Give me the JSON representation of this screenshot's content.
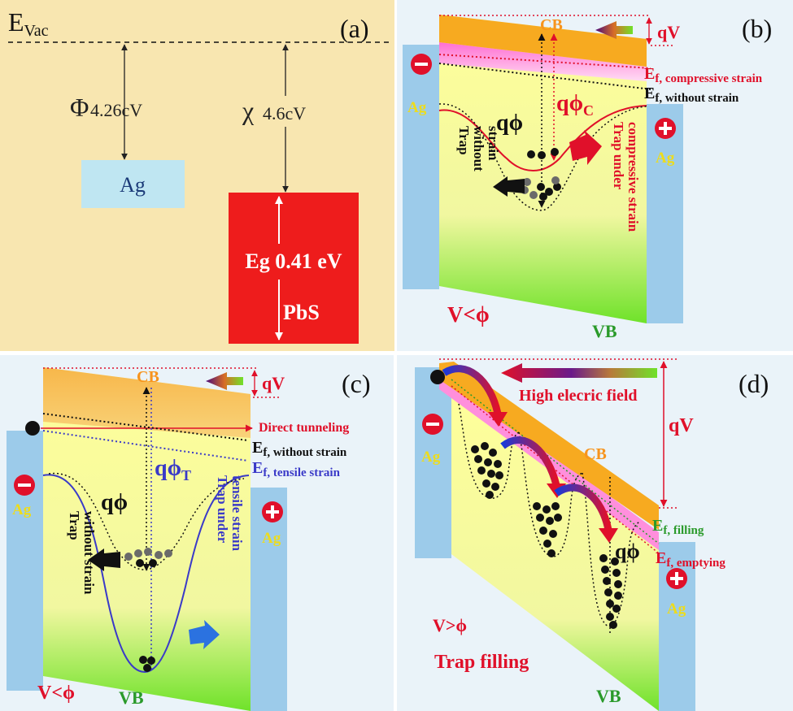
{
  "panel_a": {
    "label": "(a)",
    "evac_main": "E",
    "evac_sub": "Vac",
    "phi_symbol": "Φ",
    "phi_value": "4.26cV",
    "chi_symbol": "χ",
    "chi_value": "4.6cV",
    "ag_label": "Ag",
    "eg_label": "Eg 0.41 eV",
    "pbs_label": "PbS",
    "colors": {
      "background": "#f8e6b0",
      "ag_box": "#bfe6f2",
      "pbs_box": "#ee1c1c"
    }
  },
  "panel_b": {
    "label": "(b)",
    "cb": "CB",
    "qv": "qV",
    "ef_main_1": "E",
    "ef_sub_1": "f, compressive strain",
    "ef_main_2": "E",
    "ef_sub_2": "f, without strain",
    "ag_left": "Ag",
    "ag_right": "Ag",
    "q_phi": "qϕ",
    "q_phi_c_main": "qϕ",
    "q_phi_c_sub": "C",
    "trap_without_strain_1": "Trap",
    "trap_without_strain_2": "without",
    "trap_without_strain_3": "strain",
    "trap_compressive_1": "Trap under",
    "trap_compressive_2": "compressive strain",
    "condition": "V<ϕ",
    "vb": "VB"
  },
  "panel_c": {
    "label": "(c)",
    "cb": "CB",
    "qv": "qV",
    "direct_tunneling": "Direct tunneling",
    "ef_main_1": "E",
    "ef_sub_1": "f, without strain",
    "ef_main_2": "E",
    "ef_sub_2": "f, tensile strain",
    "ag_left": "Ag",
    "ag_right": "Ag",
    "q_phi": "qϕ",
    "q_phi_t_main": "qϕ",
    "q_phi_t_sub": "T",
    "trap_without_strain_1": "Trap",
    "trap_without_strain_2": "without strain",
    "trap_tensile_1": "Trap under",
    "trap_tensile_2": "tensile strain",
    "condition": "V<ϕ",
    "vb": "VB"
  },
  "panel_d": {
    "label": "(d)",
    "high_field": "High elecric field",
    "qv": "qV",
    "cb": "CB",
    "ef_main_1": "E",
    "ef_sub_1": "f, filling",
    "ef_main_2": "E",
    "ef_sub_2": "f, emptying",
    "ag_left": "Ag",
    "ag_right": "Ag",
    "q_phi": "qϕ",
    "condition": "V>ϕ",
    "trap_filling": "Trap filling",
    "vb": "VB"
  }
}
